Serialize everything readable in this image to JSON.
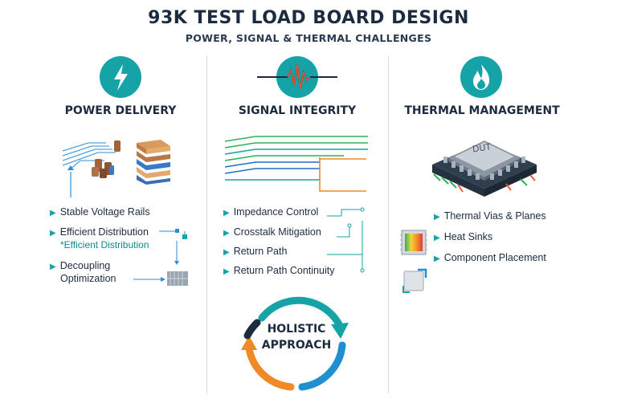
{
  "header": {
    "title": "93K TEST LOAD BOARD DESIGN",
    "subtitle": "POWER, SIGNAL & THERMAL CHALLENGES"
  },
  "colors": {
    "teal": "#16a3a8",
    "dark_text": "#1d2b3f",
    "orange": "#f08a24",
    "green": "#2bb35a",
    "blue": "#1e6fc4"
  },
  "power": {
    "icon": "lightning-bolt-icon",
    "heading": "POWER DELIVERY",
    "items": [
      "Stable Voltage Rails",
      "Efficient Distribution",
      "Decoupling",
      "Optimization"
    ],
    "note": "*Efficient Distribution"
  },
  "signal": {
    "icon": "waveform-icon",
    "heading": "SIGNAL INTEGRITY",
    "items": [
      "Impedance Control",
      "Crosstalk Mitigation",
      "Return Path",
      "Return Path Continuity"
    ]
  },
  "thermal": {
    "icon": "flame-icon",
    "heading": "THERMAL MANAGEMENT",
    "chip_label": "DUT",
    "items": [
      "Thermal Vias & Planes",
      "Heat Sinks",
      "Component Placement"
    ]
  },
  "cycle": {
    "line1": "HOLISTIC",
    "line2": "APPROACH"
  }
}
